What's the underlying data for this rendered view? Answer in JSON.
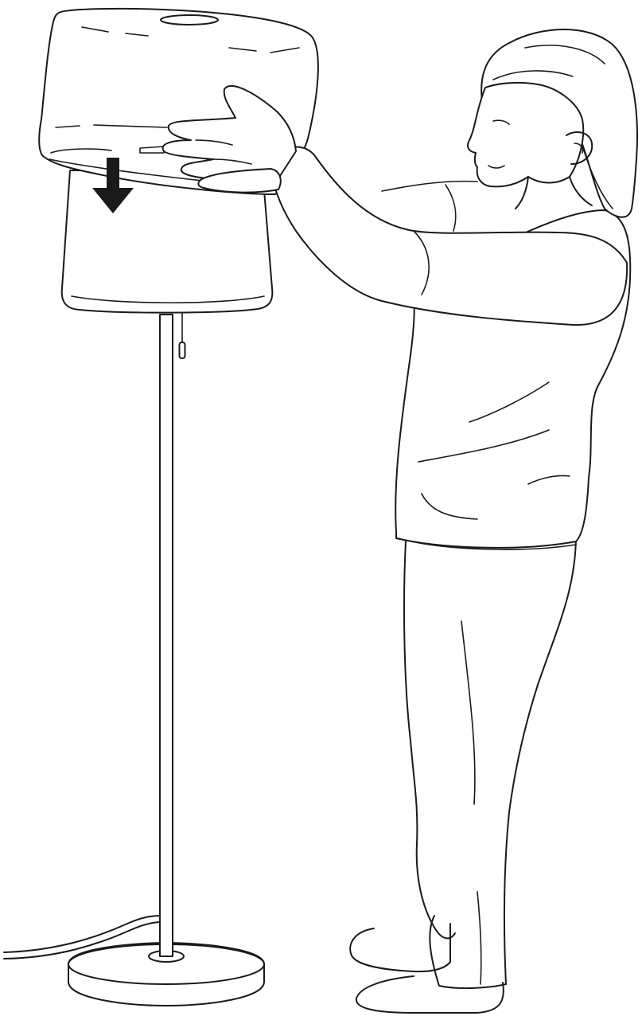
{
  "illustration": {
    "kind": "assembly-instruction",
    "background_color": "#ffffff",
    "ink_color": "#1a1a1a",
    "parts": [
      "floor-lamp",
      "upper-lampshade",
      "lower-lampshade",
      "lamp-base",
      "pull-cord",
      "power-cable",
      "person"
    ],
    "arrow": {
      "icon": "arrow-down-icon",
      "direction": "down"
    }
  }
}
